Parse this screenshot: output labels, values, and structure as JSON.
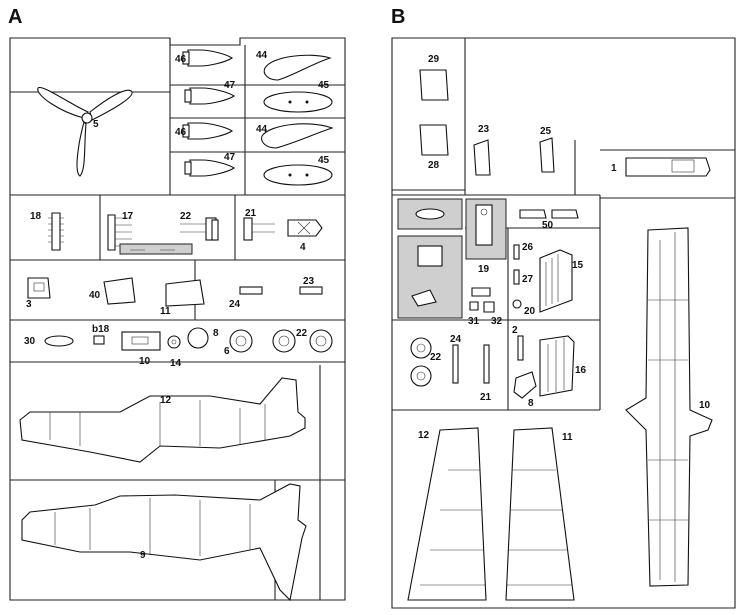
{
  "sheets": [
    {
      "id": "A",
      "label": "A",
      "parts": [
        "5",
        "46",
        "47",
        "46",
        "47",
        "44",
        "45",
        "44",
        "45",
        "18",
        "17",
        "22",
        "21",
        "4",
        "3",
        "40",
        "11",
        "24",
        "23",
        "30",
        "b18",
        "10",
        "14",
        "8",
        "6",
        "22",
        "12",
        "9"
      ]
    },
    {
      "id": "B",
      "label": "B",
      "parts": [
        "29",
        "28",
        "23",
        "25",
        "1",
        "50",
        "19",
        "26",
        "27",
        "15",
        "20",
        "31",
        "32",
        "2",
        "24",
        "22",
        "21",
        "16",
        "8",
        "10",
        "12",
        "11"
      ]
    }
  ],
  "colors": {
    "line": "#111111",
    "shade": "#cfcfcf",
    "paper": "#ffffff"
  }
}
